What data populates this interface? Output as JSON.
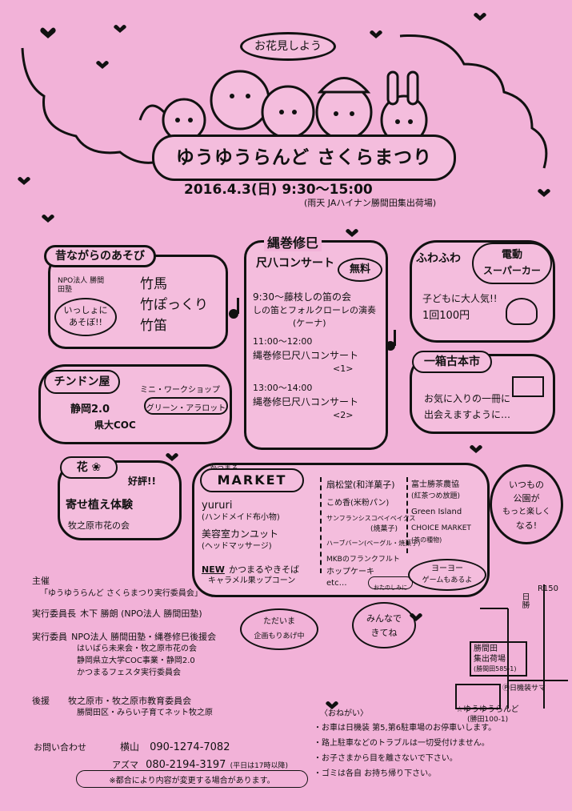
{
  "header": {
    "badge": "お花見しよう",
    "title": "ゆうゆうらんど さくらまつり",
    "date_time": "2016.4.3(日)  9:30～15:00",
    "rain_note": "(雨天 JAハイナン勝間田集出荷場)"
  },
  "asobi": {
    "title": "昔ながらのあそび",
    "org": "NPO法人 勝間田塾",
    "bubble": [
      "いっしょに",
      "あそぼ!!"
    ],
    "items": [
      "竹馬",
      "竹ぽっくり",
      "竹笛"
    ]
  },
  "shakuhachi": {
    "title_1": "縄巻修巳",
    "title_2": "尺八コンサート",
    "free": "無料",
    "lines": [
      "9:30～藤枝しの笛の会",
      "しの笛とフォルクローレの演奏",
      "(ケーナ)",
      "11:00～12:00",
      "縄巻修巳尺八コンサート",
      "<1>",
      "13:00～14:00",
      "縄巻修巳尺八コンサート",
      "<2>"
    ]
  },
  "fuwafuwa": {
    "title": "ふわふわ",
    "cloud": [
      "電動",
      "スーパーカー"
    ],
    "lines": [
      "子どもに大人気!!",
      "1回100円"
    ]
  },
  "hitohako": {
    "title": "一箱古本市",
    "lines": [
      "お気に入りの一冊に",
      "出会えますように…"
    ]
  },
  "chindon": {
    "title": "チンドン屋",
    "workshop": "ミニ・ワークショップ",
    "green": "グリーン・アラロット",
    "groups": [
      "静岡2.0",
      "県大COC"
    ]
  },
  "hana": {
    "title": "花 ❀",
    "popular": "好評!!",
    "event": "寄せ植え体験",
    "org": "牧之原市花の会"
  },
  "market": {
    "label": "かつまる",
    "title": "MARKET",
    "left": [
      "yururi",
      "(ハンドメイド布小物)",
      "美容室カンユット",
      "(ヘッドマッサージ)",
      "かつまるやきそば",
      "キャラメル果ップコーン"
    ],
    "new_badge": "NEW",
    "middle": [
      "扇松堂(和洋菓子)",
      "こめ香(米粉パン)",
      "サンフランシスコベイベイクス",
      "(焼菓子)",
      "ハーブバーン(ベーグル・焼菓子)",
      "MKBのフランクフルト",
      "ホップケーキ",
      "etc…",
      "おたのしみに"
    ],
    "right": [
      "富士勝茶農協",
      "(紅茶つめ放題)",
      "Green Island",
      "CHOICE MARKET",
      "(茶の種物)"
    ],
    "yoyo": [
      "ヨーヨー",
      "ゲームもあるよ"
    ]
  },
  "bubble_park": [
    "いつもの",
    "公園が",
    "もっと楽しく",
    "なる!"
  ],
  "bubble_tadaima": [
    "ただいま",
    "企画もりあげ中"
  ],
  "bubble_minna": [
    "みんなで",
    "きてね"
  ],
  "organizer": {
    "rows": [
      {
        "label": "主催",
        "value": "「ゆうゆうらんど さくらまつり実行委員会」"
      },
      {
        "label": "実行委員長",
        "value": "木下 勝朗 (NPO法人 勝間田塾)"
      },
      {
        "label": "実行委員",
        "value": "NPO法人 勝間田塾・縄巻修巳後援会"
      },
      {
        "label": "",
        "value": "はいばら未来会・牧之原市花の会"
      },
      {
        "label": "",
        "value": "静岡県立大学COC事業・静岡2.0"
      },
      {
        "label": "",
        "value": "かつまるフェスタ実行委員会"
      },
      {
        "label": "後援",
        "value": "牧之原市・牧之原市教育委員会"
      },
      {
        "label": "",
        "value": "勝間田区・みらい子育てネット牧之原"
      }
    ]
  },
  "contact": {
    "label": "お問い合わせ",
    "name_1": "横山",
    "tel_1": "090-1274-7082",
    "name_2": "アズマ",
    "tel_2": "080-2194-3197",
    "tel_2_note": "(平日は17時以降)",
    "notice": "※都合により内容が変更する場合があります。"
  },
  "map": {
    "route": "R150",
    "station": "日勝",
    "jA": [
      "勝間田",
      "集出荷場",
      "(勝間田585-1)"
    ],
    "parking": "Ⓟ日機装サマ",
    "park": [
      "☆ゆうゆうらんど",
      "(勝田100-1)"
    ]
  },
  "requests": {
    "title": "〈おねがい〉",
    "lines": [
      "・お車は日機装 第5,第6駐車場のお停車いします。",
      "・路上駐車などのトラブルは一切受付けません。",
      "・お子さまから目を離さないで下さい。",
      "・ゴミは各自 お持ち帰り下さい。"
    ]
  }
}
